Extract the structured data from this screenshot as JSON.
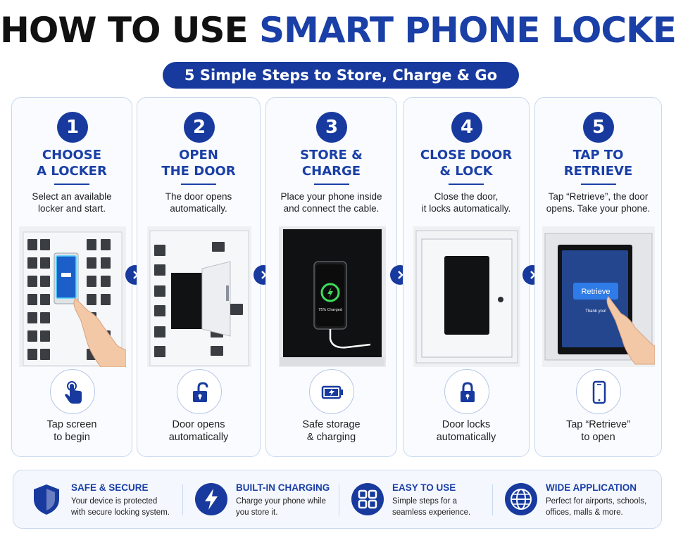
{
  "title": {
    "part_dark": "HOW TO USE",
    "part_blue": "SMART PHONE LOCKER"
  },
  "subtitle": "5 Simple Steps to Store, Charge & Go",
  "steps": [
    {
      "number": "1",
      "heading_line1": "CHOOSE",
      "heading_line2": "A LOCKER",
      "desc_line1": "Select an available",
      "desc_line2": "locker and start.",
      "icon": "tap-finger-icon",
      "caption_line1": "Tap screen",
      "caption_line2": "to begin"
    },
    {
      "number": "2",
      "heading_line1": "OPEN",
      "heading_line2": "THE DOOR",
      "desc_line1": "The door opens",
      "desc_line2": "automatically.",
      "icon": "unlocked-padlock-icon",
      "caption_line1": "Door opens",
      "caption_line2": "automatically"
    },
    {
      "number": "3",
      "heading_line1": "STORE &",
      "heading_line2": "CHARGE",
      "desc_line1": "Place your phone inside",
      "desc_line2": "and connect the cable.",
      "icon": "battery-charging-icon",
      "caption_line1": "Safe storage",
      "caption_line2": "& charging",
      "phone_status": "75% Charged"
    },
    {
      "number": "4",
      "heading_line1": "CLOSE DOOR",
      "heading_line2": "& LOCK",
      "desc_line1": "Close the door,",
      "desc_line2": "it locks automatically.",
      "icon": "locked-padlock-icon",
      "caption_line1": "Door locks",
      "caption_line2": "automatically"
    },
    {
      "number": "5",
      "heading_line1": "TAP TO",
      "heading_line2": "RETRIEVE",
      "desc_line1": "Tap “Retrieve”, the door",
      "desc_line2": "opens. Take your phone.",
      "icon": "smartphone-icon",
      "caption_line1": "Tap “Retrieve”",
      "caption_line2": "to open",
      "screen_button": "Retrieve",
      "screen_text": "Thank you!"
    }
  ],
  "features": [
    {
      "icon": "shield-icon",
      "title": "SAFE & SECURE",
      "desc_line1": "Your device is protected",
      "desc_line2": "with secure locking system."
    },
    {
      "icon": "lightning-icon",
      "title": "BUILT-IN CHARGING",
      "desc_line1": "Charge your phone while",
      "desc_line2": "you store it."
    },
    {
      "icon": "grid-icon",
      "title": "EASY TO USE",
      "desc_line1": "Simple steps for a",
      "desc_line2": "seamless experience."
    },
    {
      "icon": "globe-icon",
      "title": "WIDE APPLICATION",
      "desc_line1": "Perfect for airports, schools,",
      "desc_line2": "offices, malls & more."
    }
  ],
  "colors": {
    "brand_blue": "#1a3fa6",
    "pill_blue": "#183a9e",
    "card_border": "#c9d8ee",
    "charge_green": "#3ddc5a"
  }
}
